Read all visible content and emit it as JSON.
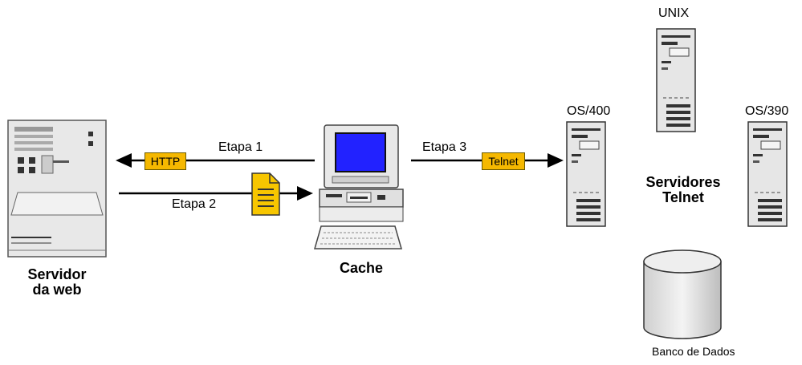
{
  "web_server": {
    "label_line1": "Servidor",
    "label_line2": "da web"
  },
  "cache": {
    "label": "Cache"
  },
  "steps": {
    "step1": "Etapa 1",
    "step2": "Etapa 2",
    "step3": "Etapa 3"
  },
  "protocols": {
    "http": "HTTP",
    "telnet": "Telnet"
  },
  "telnet_servers": {
    "label_line1": "Servidores",
    "label_line2": "Telnet",
    "os400": "OS/400",
    "unix": "UNIX",
    "os390": "OS/390"
  },
  "database": {
    "label": "Banco de Dados"
  },
  "colors": {
    "tag_fill": "#f5b800",
    "screen_blue": "#2222ff",
    "document_fill": "#f7c600",
    "device_gray": "#e6e6e6"
  }
}
